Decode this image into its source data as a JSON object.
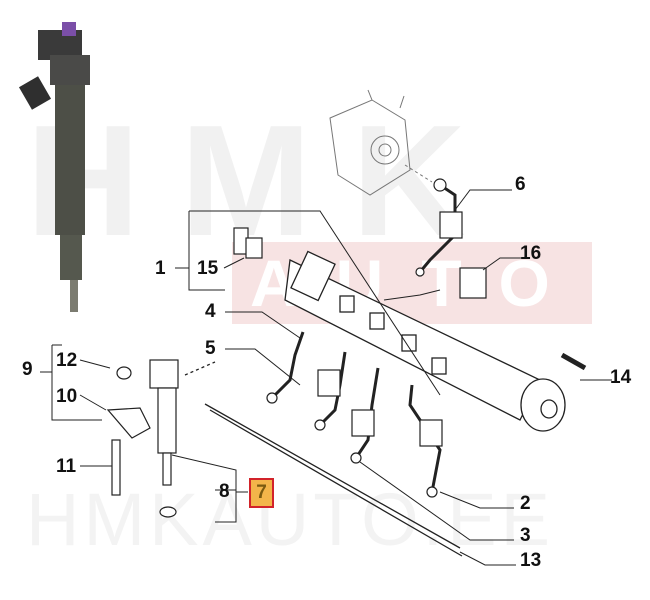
{
  "watermark": {
    "brand": "HMK",
    "sub": "AUTO",
    "site": "HMKAUTO.EE"
  },
  "callouts": {
    "c1": "1",
    "c2": "2",
    "c3": "3",
    "c4": "4",
    "c5": "5",
    "c6": "6",
    "c7": "7",
    "c8": "8",
    "c9": "9",
    "c10": "10",
    "c11": "11",
    "c12": "12",
    "c13": "13",
    "c14": "14",
    "c15": "15",
    "c16": "16"
  },
  "highlight": {
    "callout": "7",
    "fill": "#f3b54a",
    "border": "#d2232a"
  }
}
